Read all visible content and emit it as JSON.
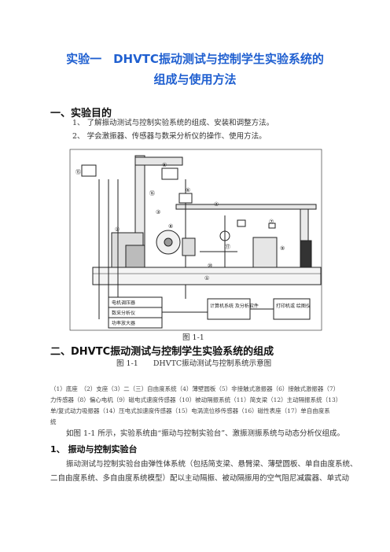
{
  "doc": {
    "title_line1": "实验一　DHVTC振动测试与控制学生实验系统的",
    "title_line2": "组成与使用方法",
    "section1_heading": "一、实验目的",
    "objectives": [
      "1、 了解振动测试与控制实验系统的组成、安装和调整方法。",
      "2、 学会激振器、传感器与数采分析仪的操作、使用方法。"
    ],
    "figure": {
      "caption": "图 1-1",
      "box_motor": "电机调压器",
      "box_daq": "数采分析仪",
      "box_power": "功率放大器",
      "box_software": "计算机系统\n及分析软件",
      "box_printer": "打印机或\n绘图仪",
      "markers": [
        "①",
        "②",
        "③",
        "④",
        "⑤",
        "⑥",
        "⑦",
        "⑧",
        "⑨",
        "⑩",
        "⑪",
        "⑫",
        "⑬",
        "⑭",
        "⑮",
        "⑯",
        "⑰"
      ]
    },
    "section2_heading": "二、DHVTC振动测试与控制学生实验系统的组成",
    "figure_title": "图 1-1　　DHVTC振动测试与控制系统示意图",
    "legend_lines": [
      "（1）底座　（2）支座（3）二（三）自由度系统（4）薄壁圆板（5）非接触式激振器（6）接触式激振器（7）",
      "力传感器（8）偏心电机（9）磁电式速度传感器（10）被动隔振系统（11）简支梁（12）主动隔振系统（13）",
      "单/复式动力吸振器（14）压电式加速度传感器（15）电涡流位移传感器（16）磁性表座（17）单自由度系",
      "统"
    ],
    "para1": "如图 1-1 所示，实验系统由“振动与控制实验台”、激振测振系统与动态分析仪组成。",
    "section3_heading": "1、 振动与控制实验台",
    "para2_line1": "振动测试与控制实验台由弹性体系统（包括简支梁、悬臂梁、薄壁圆板、单自由度系统、",
    "para2_line2": "二自由度系统、多自由度系统模型）配以主动隔振、被动隔振用的空气阻尼减震器、单式动"
  }
}
